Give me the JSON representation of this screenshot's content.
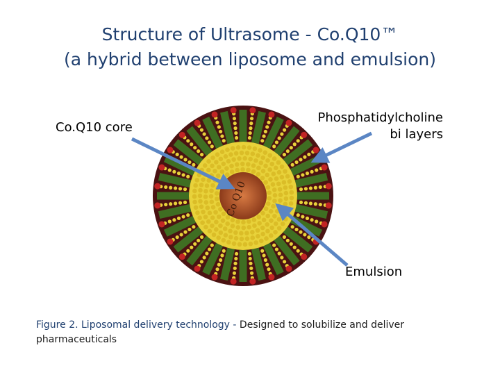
{
  "title": {
    "line1": "Structure of Ultrasome - Co.Q10™",
    "line2": "(a hybrid between liposome and emulsion)"
  },
  "labels": {
    "core": "Co.Q10 core",
    "phospho_line1": "Phosphatidylcholine",
    "phospho_line2": "bi layers",
    "emulsion": "Emulsion",
    "core_inner_text": "Co Q10"
  },
  "caption": {
    "prefix": "Figure 2. Liposomal delivery technology - ",
    "body": "Designed to solubilize and deliver pharmaceuticals"
  },
  "colors": {
    "title": "#1f3f6f",
    "arrow": "#5b86c4",
    "outer_ring": "#4a1212",
    "green_band": "#3f6e22",
    "droplet_red": "#c22424",
    "emulsion_yellow": "#e8d23a",
    "core_orange": "#b0552a"
  }
}
